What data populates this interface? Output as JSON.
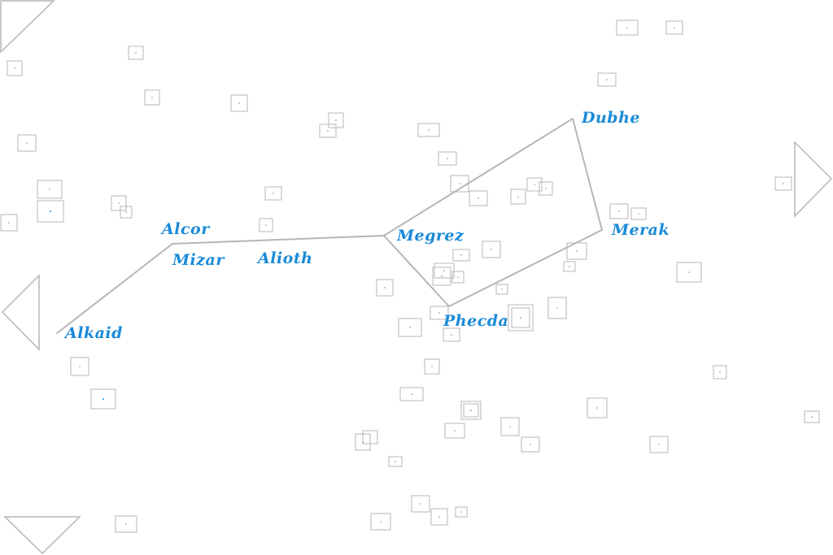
{
  "labels": {
    "dubhe": "Dubhe",
    "merak": "Merak",
    "phecda": "Phecda",
    "megrez": "Megrez",
    "alioth": "Alioth",
    "mizar": "Mizar",
    "alcor": "Alcor",
    "alkaid": "Alkaid"
  },
  "colors": {
    "label": "#1a8ad8",
    "line": "#b8b4b8",
    "box": "#b8b4b8",
    "background": "#ffffff"
  },
  "controls": {
    "up": "triangle-up-icon",
    "down": "triangle-down-icon",
    "left": "triangle-left-icon",
    "right": "triangle-right-icon"
  }
}
